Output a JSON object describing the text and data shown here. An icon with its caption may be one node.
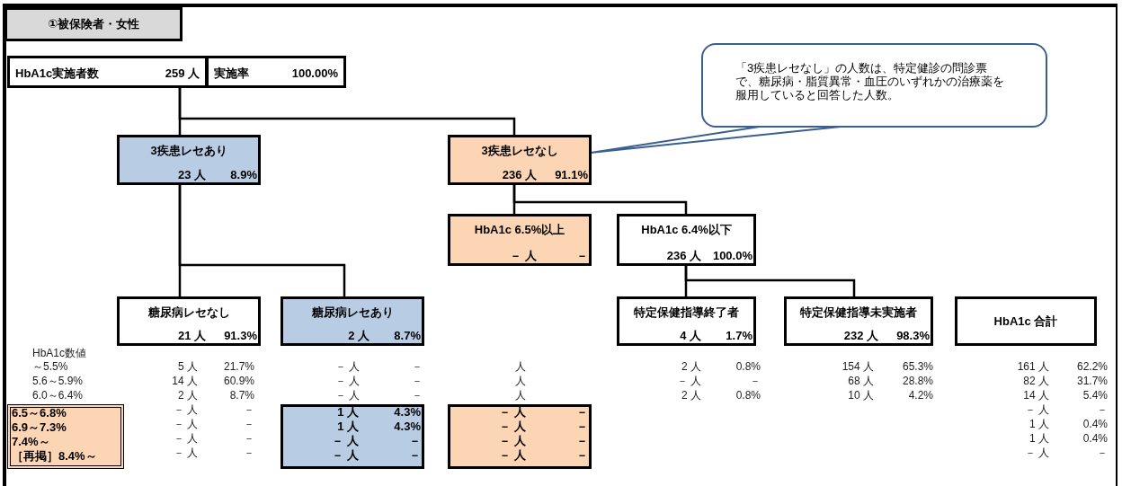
{
  "diagram": {
    "nodes": [
      {
        "text": [
          "①被保険者・女性"
        ]
      },
      {
        "text": [
          "HbA1c実施者数",
          "259 人"
        ]
      },
      {
        "text": [
          "実施率",
          "100.00%"
        ]
      },
      {
        "text": [
          "3疾患レセあり",
          "23 人",
          "8.9%"
        ]
      },
      {
        "text": [
          "3疾患レセなし",
          "236 人",
          "91.1%"
        ]
      },
      {
        "text": [
          "「3疾患レセなし」の人数は、特定健診の問診票で、糖尿病・脂質異常・血圧のいずれかの治療薬を服用していると回答した人数。"
        ]
      },
      {
        "text": [
          "HbA1c 6.5%以上",
          "－ 人",
          "－"
        ]
      },
      {
        "text": [
          "HbA1c 6.4%以下",
          "236 人",
          "100.0%"
        ]
      },
      {
        "text": [
          "糖尿病レセなし",
          "21 人",
          "91.3%"
        ]
      },
      {
        "text": [
          "糖尿病レセあり",
          "2 人",
          "8.7%"
        ]
      },
      {
        "text": [
          "特定保健指導終了者",
          "4 人",
          "1.7%"
        ]
      },
      {
        "text": [
          "特定保健指導未実施者",
          "232 人",
          "98.3%"
        ]
      },
      {
        "text": [
          "HbA1c 合計"
        ]
      },
      {
        "text": [
          "6.5～6.8%",
          "6.9～7.3%",
          "7.4%～",
          "［再掲］8.4%～"
        ]
      },
      {
        "text": [
          "1 人",
          "4.3%",
          "1 人",
          "4.3%",
          "－ 人",
          "－",
          "－ 人",
          "－"
        ]
      },
      {
        "text": [
          "－ 人",
          "－",
          "－ 人",
          "－",
          "－ 人",
          "－",
          "－ 人",
          "－"
        ]
      }
    ],
    "edges": [
      {
        "from": 1,
        "to": 3,
        "arrow": "none"
      },
      {
        "from": 1,
        "to": 4,
        "arrow": "none"
      },
      {
        "from": 3,
        "to": 8,
        "arrow": "none"
      },
      {
        "from": 3,
        "to": 9,
        "arrow": "none"
      },
      {
        "from": 4,
        "to": 6,
        "arrow": "none"
      },
      {
        "from": 4,
        "to": 7,
        "arrow": "none"
      },
      {
        "from": 7,
        "to": 10,
        "arrow": "none"
      },
      {
        "from": 7,
        "to": 11,
        "arrow": "none"
      },
      {
        "from": 5,
        "to": 4,
        "arrow": "none",
        "color": "#3a6090"
      }
    ],
    "labels": [
      "HbA1c数値",
      "～5.5%",
      "5 人",
      "21.7%",
      "－ 人",
      "－",
      "人",
      "2 人",
      "0.8%",
      "154 人",
      "65.3%",
      "161 人",
      "62.2%",
      "5.6～5.9%",
      "14 人",
      "60.9%",
      "－ 人",
      "－",
      "人",
      "－ 人",
      "－",
      "68 人",
      "28.8%",
      "82 人",
      "31.7%",
      "6.0～6.4%",
      "2 人",
      "8.7%",
      "－ 人",
      "－",
      "人",
      "2 人",
      "0.8%",
      "10 人",
      "4.2%",
      "14 人",
      "5.4%",
      "－ 人",
      "－",
      "－ 人",
      "－",
      "－ 人",
      "－",
      "1 人",
      "0.4%",
      "－ 人",
      "－",
      "1 人",
      "0.4%",
      "－ 人",
      "－",
      "－ 人",
      "－"
    ]
  }
}
